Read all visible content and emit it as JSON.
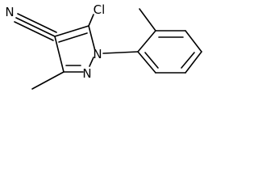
{
  "molecule": {
    "atoms": {
      "chlorine": "Cl",
      "nitrile_nitrogen": "N",
      "pyrazole_n1": "N",
      "pyrazole_n2": "N"
    }
  }
}
